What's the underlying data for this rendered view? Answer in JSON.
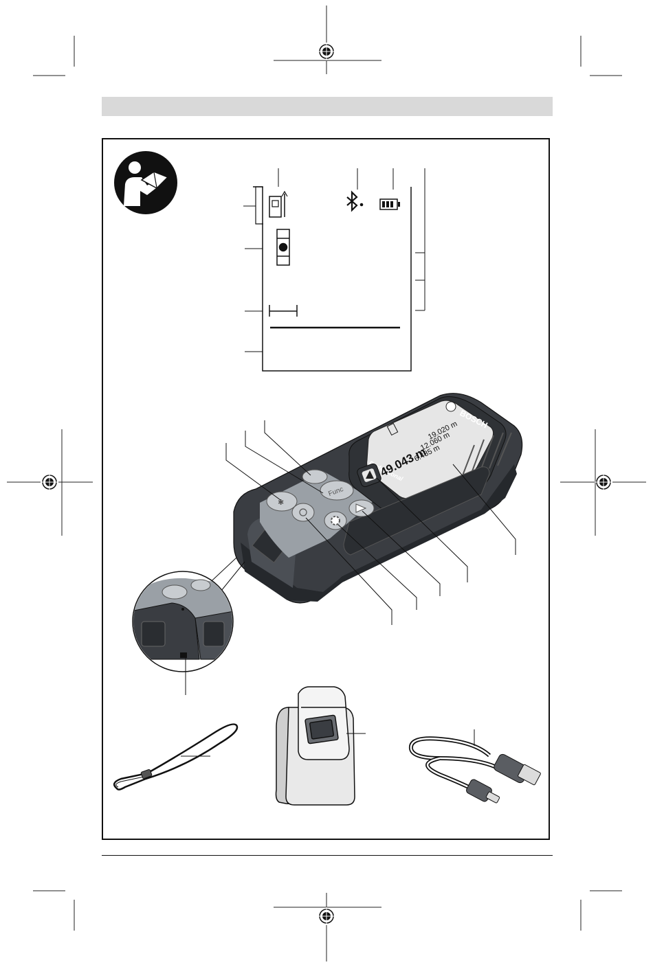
{
  "device": {
    "brand": "BOSCH",
    "model_label": "Professional",
    "func_key_label": "Func",
    "screen_lines": [
      "19.020 m",
      "12.060 m",
      "6.485 m"
    ],
    "main_result": "49.043 m"
  },
  "colors": {
    "header_bar": "#d9d9d9",
    "frame": "#111111",
    "device_body": "#3a3d42",
    "device_keypad": "#9aa0a6",
    "screen": "#e6e6e6"
  },
  "icons": [
    "read-manual-icon",
    "bluetooth-icon",
    "battery-icon",
    "registration-mark-icon",
    "gear-icon",
    "power-icon",
    "play-icon",
    "measure-icon"
  ]
}
